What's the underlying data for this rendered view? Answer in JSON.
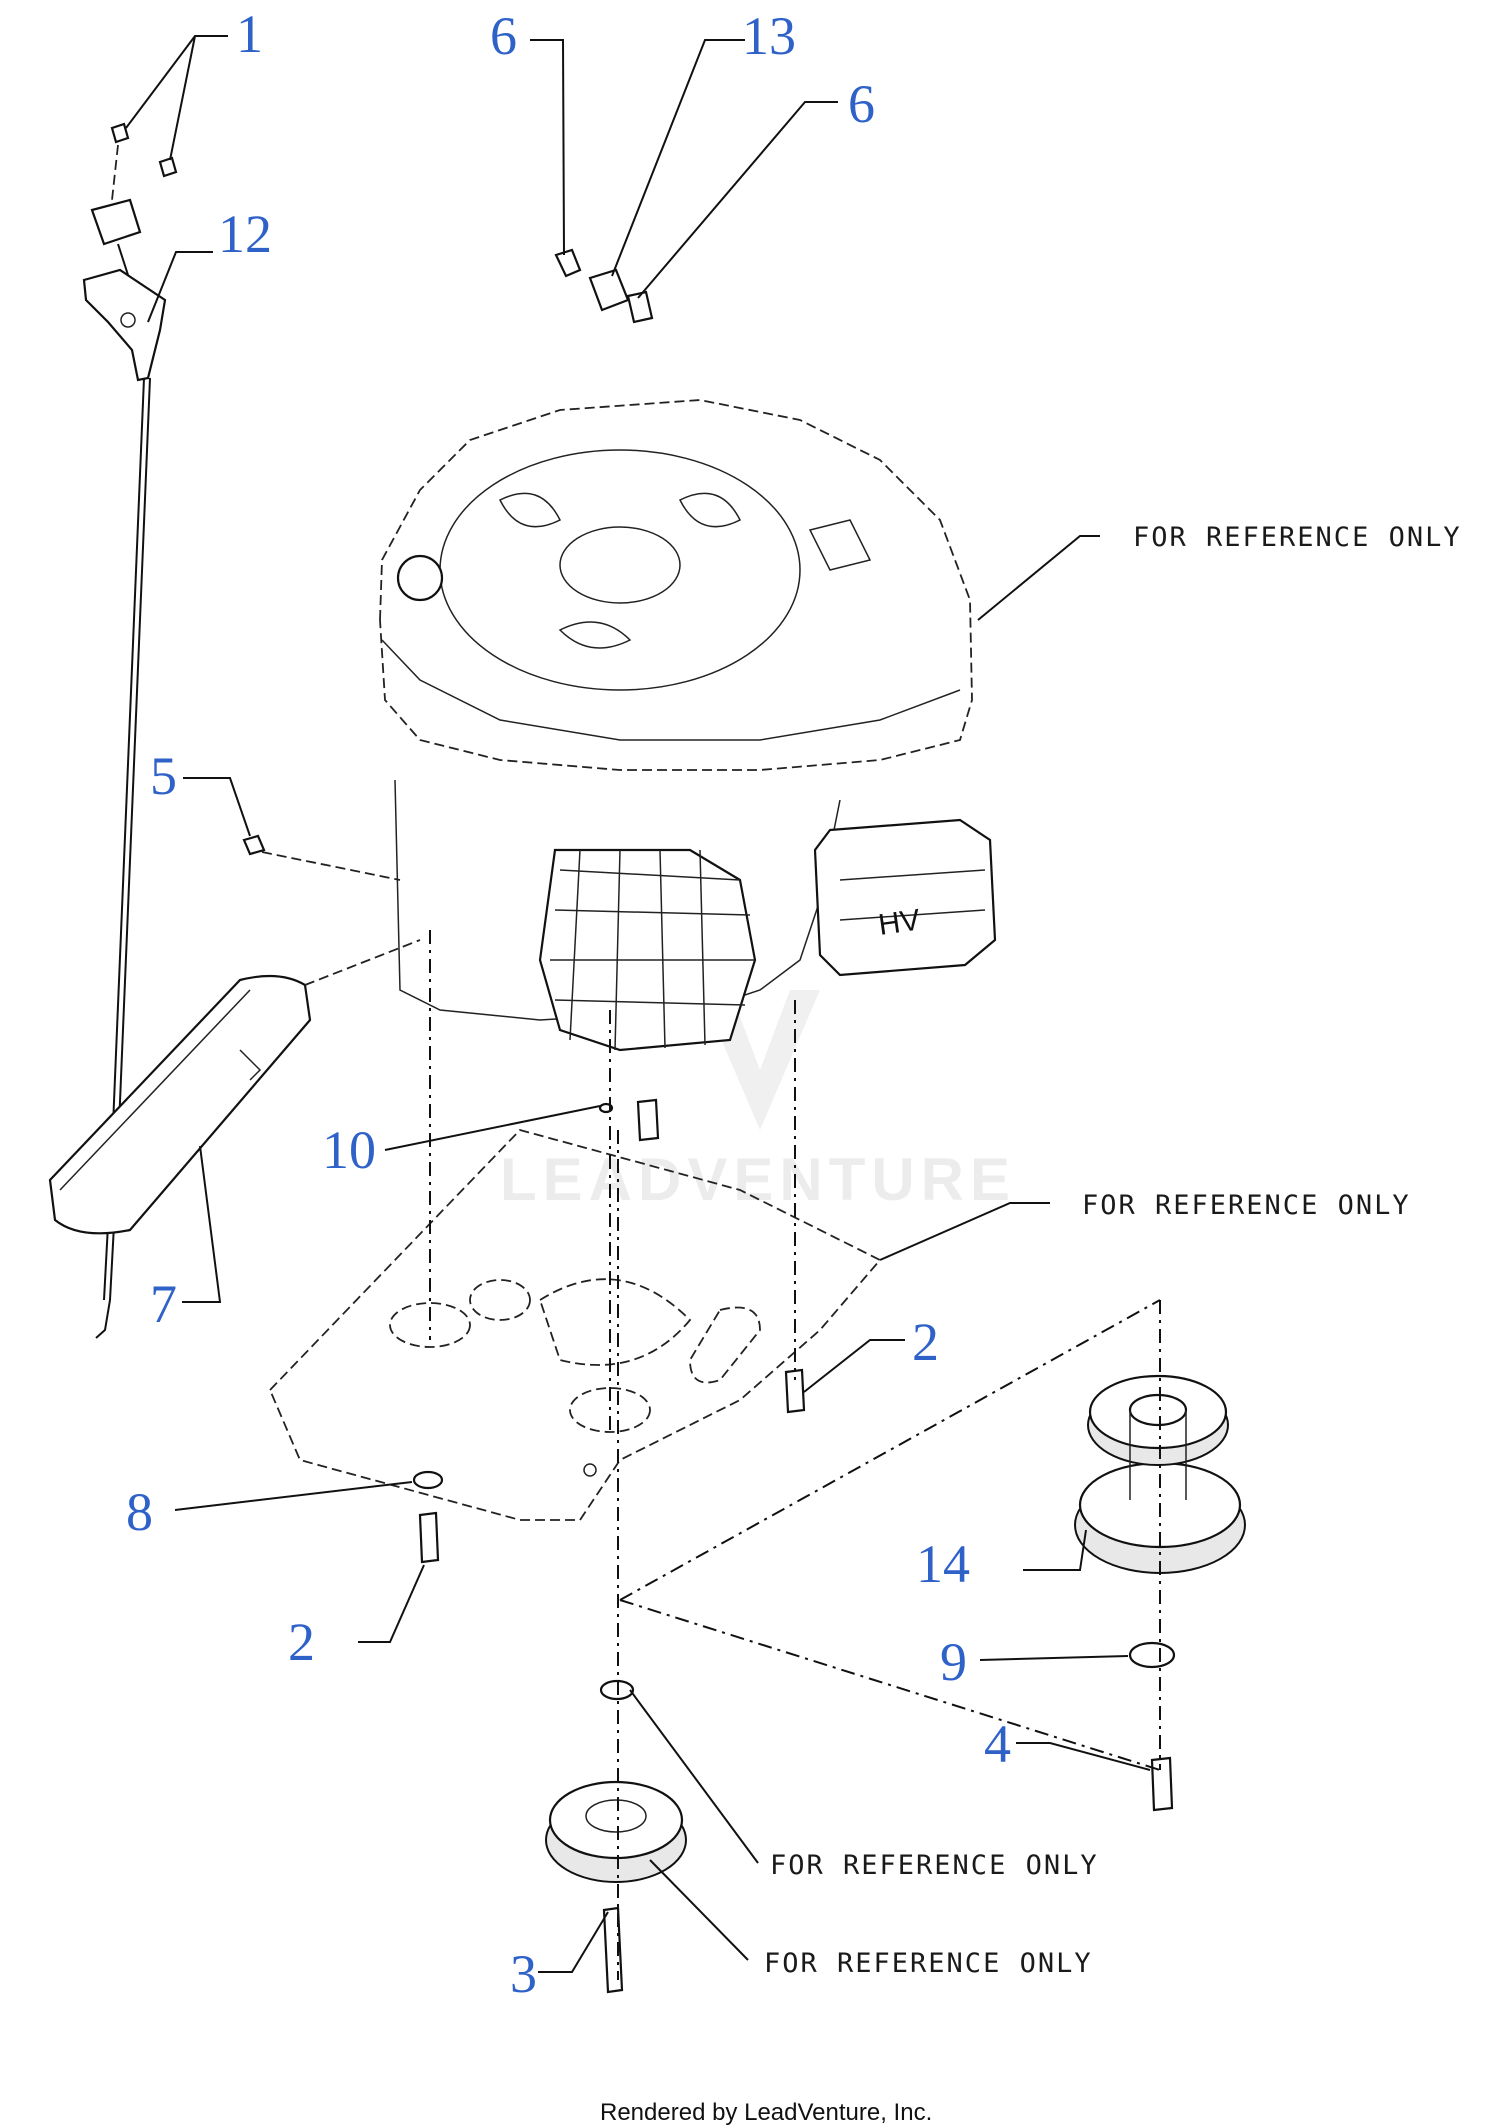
{
  "callouts": {
    "c1": "1",
    "c12": "12",
    "c6a": "6",
    "c13": "13",
    "c6b": "6",
    "c5": "5",
    "c10": "10",
    "c7": "7",
    "c2a": "2",
    "c8": "8",
    "c2b": "2",
    "c14": "14",
    "c9": "9",
    "c4": "4",
    "c3": "3"
  },
  "reference_labels": {
    "engine": "FOR REFERENCE ONLY",
    "plate": "FOR REFERENCE ONLY",
    "washer": "FOR REFERENCE ONLY",
    "pulley": "FOR REFERENCE ONLY"
  },
  "watermark": "LEADVENTURE",
  "footer": "Rendered by LeadVenture, Inc.",
  "colors": {
    "callout": "#2f62c8",
    "line": "#111111"
  }
}
